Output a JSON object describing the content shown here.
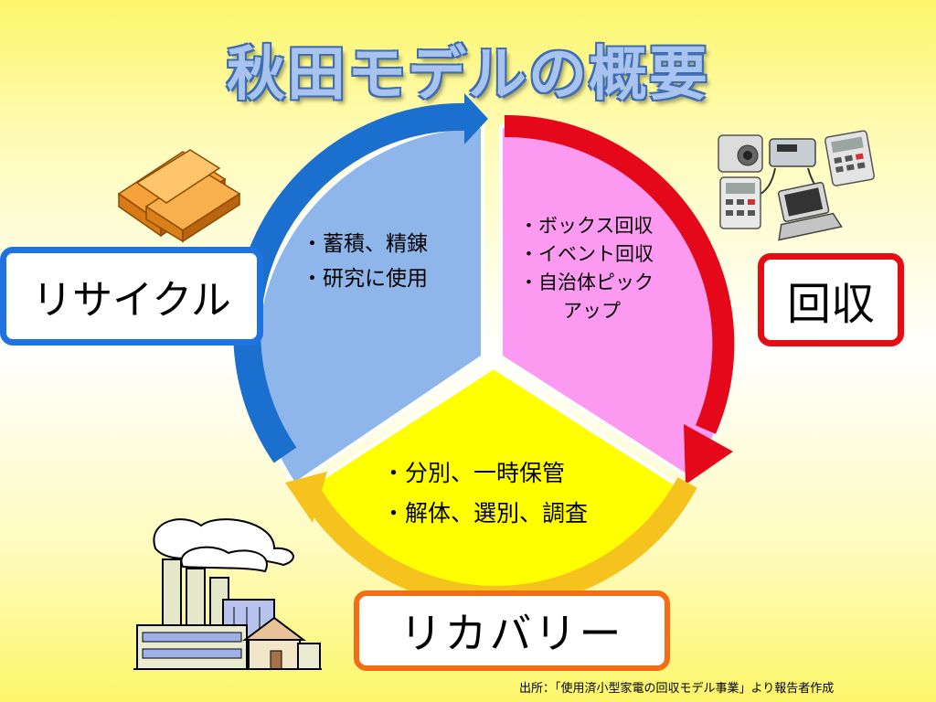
{
  "title": "秋田モデルの概要",
  "segments": {
    "recycle": {
      "items": [
        "・蓄積、精錬",
        "・研究に使用"
      ]
    },
    "collect": {
      "items": [
        "・ボックス回収",
        "・イベント回収",
        "・自治体ピック",
        "アップ"
      ]
    },
    "recovery": {
      "items": [
        "・分別、一時保管",
        "・解体、選別、調査"
      ]
    }
  },
  "labels": {
    "recycle": "リサイクル",
    "collect": "回収",
    "recovery": "リカバリー"
  },
  "icons": [
    "gold-bars-icon",
    "electronics-devices-icon",
    "factory-icon"
  ],
  "colors": {
    "recycle_fill": "#8fb6ea",
    "recycle_arrow": "#1a6fcf",
    "collect_fill": "#fb9af0",
    "collect_arrow": "#e5081b",
    "recovery_fill": "#ffff00",
    "recovery_arrow": "#f6c21d"
  },
  "source": "出所：「使用済小型家電の回収モデル事業」より報告者作成"
}
